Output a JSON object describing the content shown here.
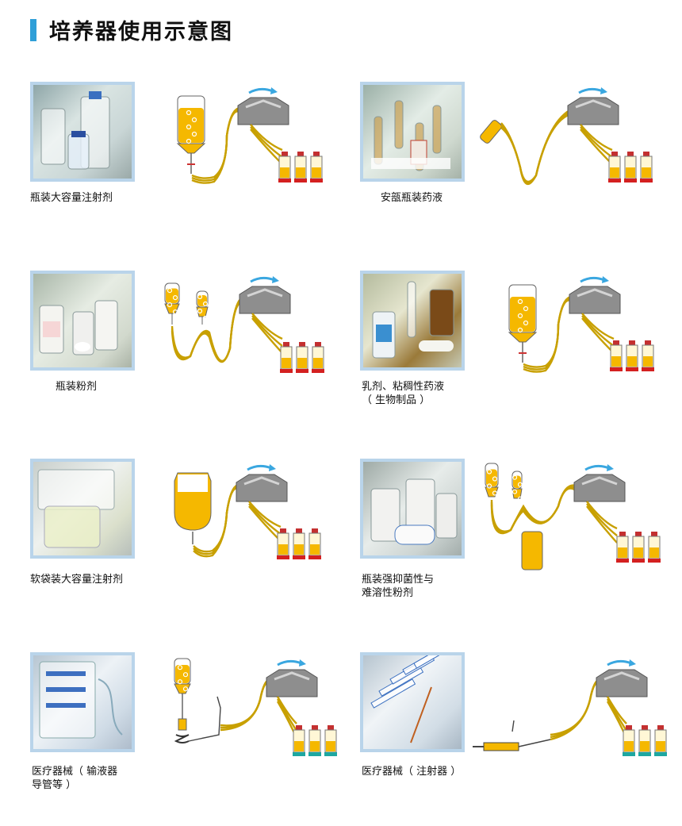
{
  "page": {
    "title": "培养器使用示意图",
    "accent_color": "#2f9fd8"
  },
  "colors": {
    "liquid": "#f5b800",
    "tube": "#c8a000",
    "pump": "#8e8e8e",
    "arrow": "#3aa7e0",
    "cap_red": "#d42020",
    "cap_yellow": "#f3d21f",
    "cap_teal": "#1ea7a0"
  },
  "items": [
    {
      "caption_lines": [
        "瓶装大容量注射剂"
      ],
      "source": "bottle"
    },
    {
      "caption_lines": [
        "安瓿瓶装药液"
      ],
      "source": "ampoule"
    },
    {
      "caption_lines": [
        "瓶装粉剂"
      ],
      "source": "two-bottles"
    },
    {
      "caption_lines": [
        "乳剂、粘稠性药液",
        "（ 生物制品 ）"
      ],
      "source": "bottle"
    },
    {
      "caption_lines": [
        "软袋装大容量注射剂"
      ],
      "source": "bag"
    },
    {
      "caption_lines": [
        "瓶装强抑菌性与",
        "难溶性粉剂"
      ],
      "source": "two-bottles-flask"
    },
    {
      "caption_lines": [
        "医疗器械（ 输液器",
        "导管等 ）"
      ],
      "source": "infusion-set"
    },
    {
      "caption_lines": [
        "医疗器械（ 注射器 ）"
      ],
      "source": "syringe"
    }
  ]
}
